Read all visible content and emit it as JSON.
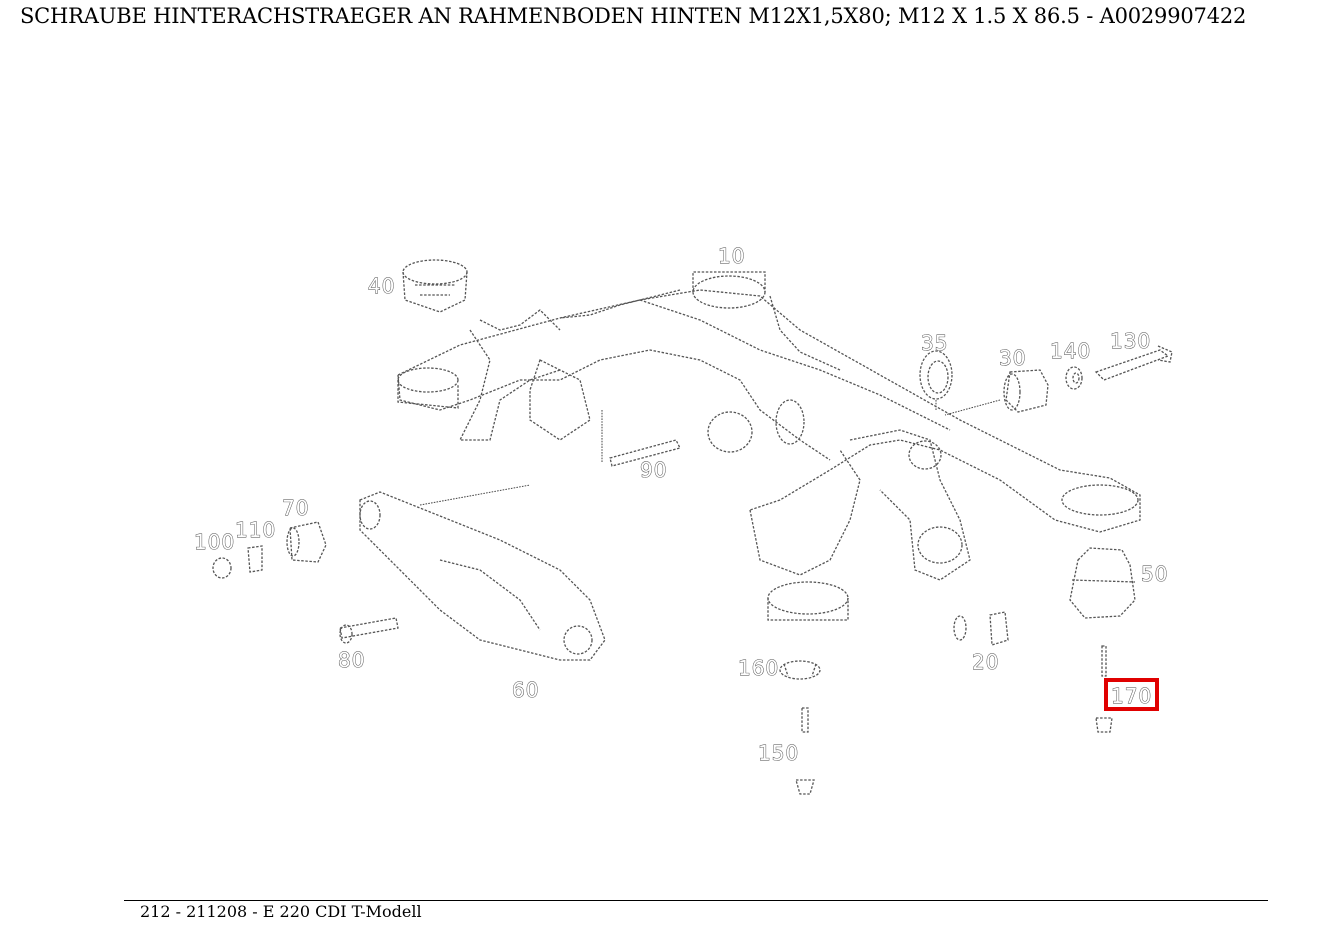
{
  "title": "SCHRAUBE HINTERACHSTRAEGER AN RAHMENBODEN HINTEN M12X1,5X80; M12 X 1.5 X 86.5 - A0029907422",
  "footer": "212 - 211208 - E 220 CDI T-Modell",
  "highlight_color": "#e00000",
  "highlighted_part": "170",
  "parts": {
    "p10": "10",
    "p20": "20",
    "p30": "30",
    "p35": "35",
    "p40": "40",
    "p50": "50",
    "p60": "60",
    "p70": "70",
    "p80": "80",
    "p90": "90",
    "p100": "100",
    "p110": "110",
    "p130": "130",
    "p140": "140",
    "p150": "150",
    "p160": "160",
    "p170": "170"
  }
}
